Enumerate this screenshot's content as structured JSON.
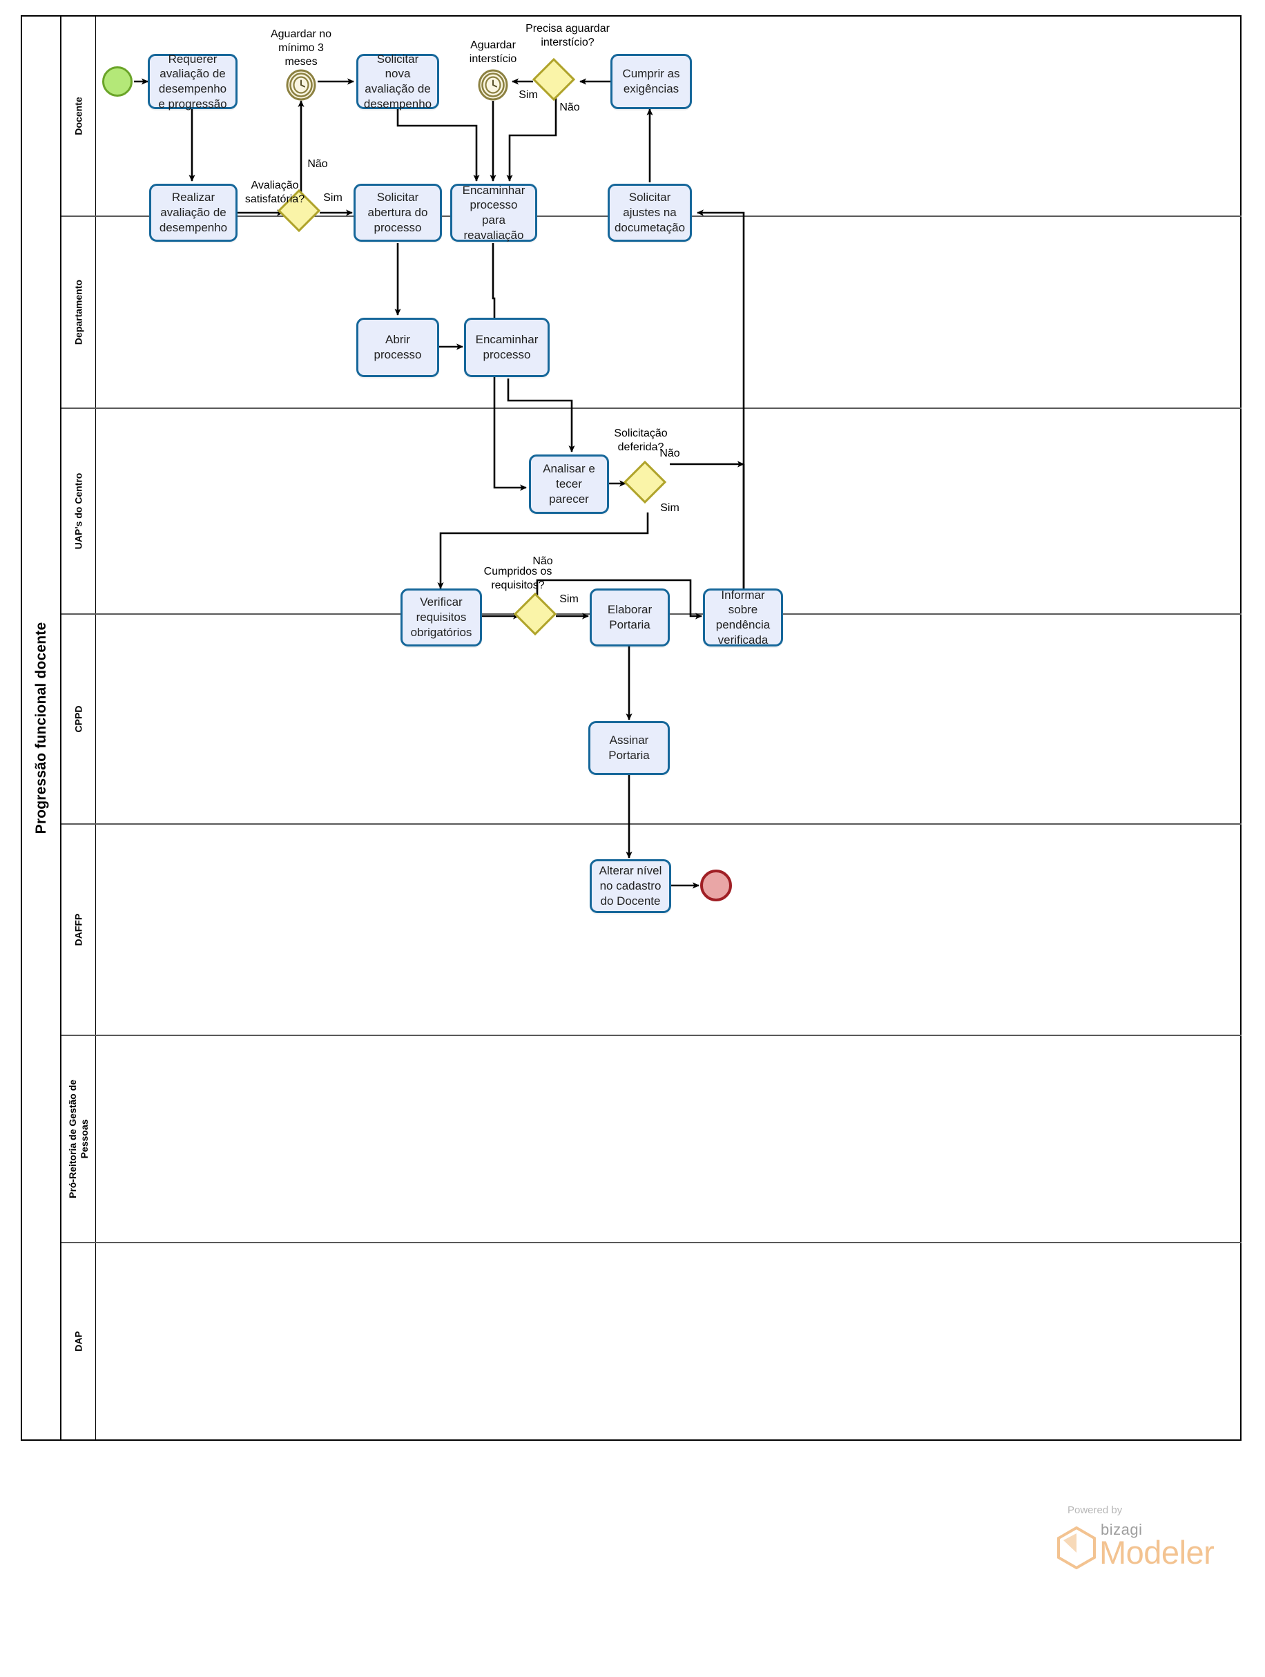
{
  "diagram": {
    "type": "bpmn-pool-lanes",
    "pool_title": "Progressão funcional docente",
    "brand": {
      "powered_by": "Powered by",
      "bizagi": "bizagi",
      "modeler": "Modeler"
    },
    "colors": {
      "task_fill": "#E8EDFB",
      "task_border": "#16679A",
      "gateway_fill": "#FAF4A8",
      "gateway_border": "#AFA32B",
      "start_fill": "#B4E878",
      "start_border": "#6AA428",
      "end_fill": "#E9A6A6",
      "end_border": "#A01F25",
      "timer_stroke": "#8C8141",
      "timer_fill": "#FAF6E2",
      "lane_divider": "#595959",
      "pool_border": "#000000",
      "brand_accent": "#F3C391"
    },
    "lanes": [
      {
        "id": "docente",
        "label": "Docente"
      },
      {
        "id": "departamento",
        "label": "Departamento"
      },
      {
        "id": "uaps",
        "label": "UAP's do Centro"
      },
      {
        "id": "cppd",
        "label": "CPPD"
      },
      {
        "id": "daffp",
        "label": "DAFFP"
      },
      {
        "id": "progep",
        "label": "Pró-Reitoria de Gestão de\nPessoas"
      },
      {
        "id": "dap",
        "label": "DAP"
      }
    ],
    "events": [
      {
        "id": "start",
        "kind": "start-event",
        "lane": "docente",
        "label": ""
      },
      {
        "id": "timer1",
        "kind": "timer-event",
        "lane": "docente",
        "label": "Aguardar no\nmínimo 3\nmeses"
      },
      {
        "id": "timer2",
        "kind": "timer-event",
        "lane": "docente",
        "label": "Aguardar\ninterstício"
      },
      {
        "id": "end",
        "kind": "end-event",
        "lane": "dap",
        "label": ""
      }
    ],
    "tasks": [
      {
        "id": "t1",
        "lane": "docente",
        "label": "Requerer avaliação de desempenho e progressão"
      },
      {
        "id": "t2",
        "lane": "docente",
        "label": "Solicitar nova avaliação de desempenho"
      },
      {
        "id": "t3",
        "lane": "docente",
        "label": "Cumprir as exigências"
      },
      {
        "id": "t4",
        "lane": "departamento",
        "label": "Realizar avaliação de desempenho"
      },
      {
        "id": "t5",
        "lane": "departamento",
        "label": "Solicitar abertura do processo"
      },
      {
        "id": "t6",
        "lane": "departamento",
        "label": "Encaminhar processo para reavaliação"
      },
      {
        "id": "t7",
        "lane": "departamento",
        "label": "Solicitar ajustes na documetação"
      },
      {
        "id": "t8",
        "lane": "uaps",
        "label": "Abrir processo"
      },
      {
        "id": "t9",
        "lane": "uaps",
        "label": "Encaminhar processo"
      },
      {
        "id": "t10",
        "lane": "cppd",
        "label": "Analisar e tecer parecer"
      },
      {
        "id": "t11",
        "lane": "daffp",
        "label": "Verificar requisitos obrigatórios"
      },
      {
        "id": "t12",
        "lane": "daffp",
        "label": "Elaborar Portaria"
      },
      {
        "id": "t13",
        "lane": "daffp",
        "label": "Informar sobre pendência verificada"
      },
      {
        "id": "t14",
        "lane": "progep",
        "label": "Assinar Portaria"
      },
      {
        "id": "t15",
        "lane": "dap",
        "label": "Alterar nível no cadastro do Docente"
      }
    ],
    "gateways": [
      {
        "id": "g1",
        "lane": "departamento",
        "label": "Avaliação\nsatisfatória?",
        "outputs": [
          "Sim",
          "Não"
        ]
      },
      {
        "id": "g2",
        "lane": "docente",
        "label": "Precisa aguardar\ninterstício?",
        "outputs": [
          "Sim",
          "Não"
        ]
      },
      {
        "id": "g3",
        "lane": "cppd",
        "label": "Solicitação\ndeferida?",
        "outputs": [
          "Não",
          "Sim"
        ]
      },
      {
        "id": "g4",
        "lane": "daffp",
        "label": "Cumpridos os\nrequisitos?",
        "outputs": [
          "Não",
          "Sim"
        ]
      }
    ],
    "flow_labels": [
      {
        "id": "fl1",
        "text": "Não"
      },
      {
        "id": "fl2",
        "text": "Sim"
      },
      {
        "id": "fl3",
        "text": "Sim"
      },
      {
        "id": "fl4",
        "text": "Não"
      },
      {
        "id": "fl5",
        "text": "Não"
      },
      {
        "id": "fl6",
        "text": "Sim"
      },
      {
        "id": "fl7",
        "text": "Não"
      },
      {
        "id": "fl8",
        "text": "Sim"
      }
    ]
  }
}
